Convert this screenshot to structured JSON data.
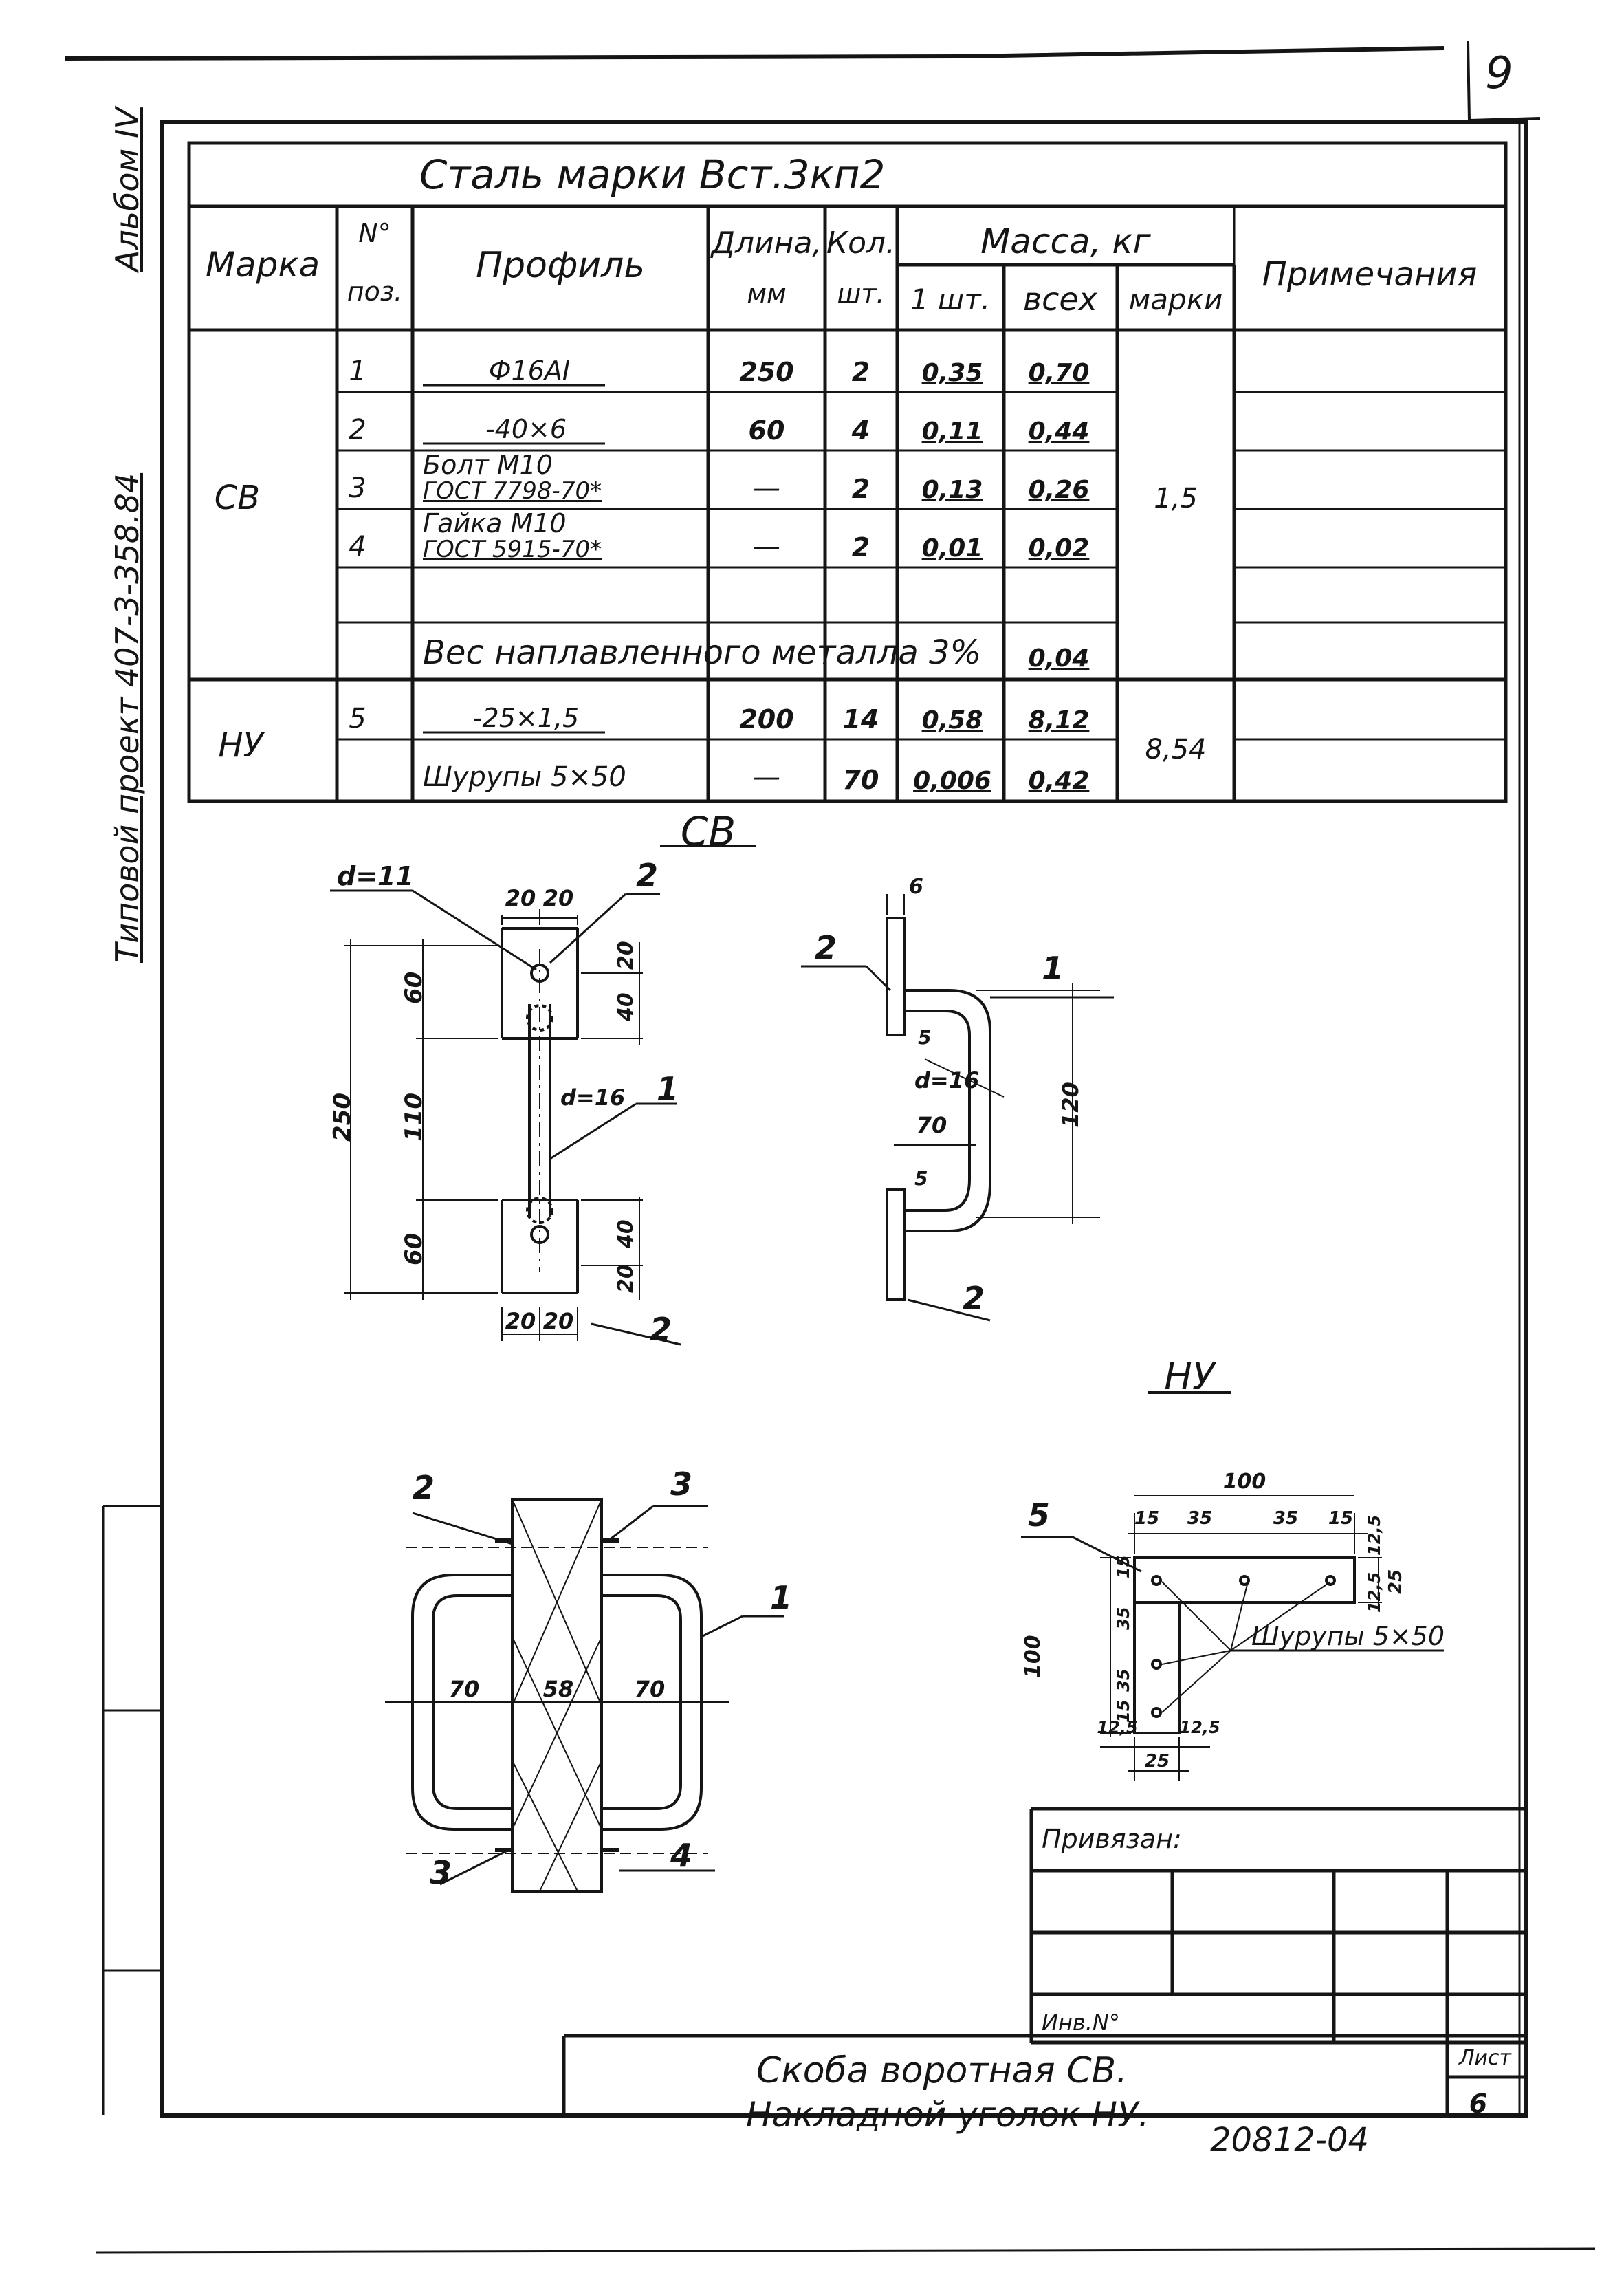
{
  "sheet_corner_number": "9",
  "side_text": {
    "album": "Альбом IV",
    "project": "Типовой проект 407-3-358.84"
  },
  "spec_table": {
    "material_title": "Сталь марки Вст.3кп2",
    "headers": {
      "mark": "Марка",
      "pos_top": "N°",
      "pos_bottom": "поз.",
      "profile": "Профиль",
      "length_top": "Длина,",
      "length_bottom": "мм",
      "qty_top": "Кол.",
      "qty_bottom": "шт.",
      "mass": "Масса, кг",
      "mass_one": "1 шт.",
      "mass_all": "всех",
      "mass_mark": "марки",
      "notes": "Примечания"
    },
    "marks": [
      {
        "mark": "СВ",
        "mark_mass": "1,5"
      },
      {
        "mark": "НУ",
        "mark_mass": "8,54"
      }
    ],
    "rows": [
      {
        "pos": "1",
        "profile_1": "Ф16АI",
        "profile_2": "",
        "length": "250",
        "qty": "2",
        "one": "0,35",
        "all": "0,70"
      },
      {
        "pos": "2",
        "profile_1": "-40×6",
        "profile_2": "",
        "length": "60",
        "qty": "4",
        "one": "0,11",
        "all": "0,44"
      },
      {
        "pos": "3",
        "profile_1": "Болт М10",
        "profile_2": "ГОСТ 7798-70*",
        "length": "—",
        "qty": "2",
        "one": "0,13",
        "all": "0,26"
      },
      {
        "pos": "4",
        "profile_1": "Гайка М10",
        "profile_2": "ГОСТ 5915-70*",
        "length": "—",
        "qty": "2",
        "one": "0,01",
        "all": "0,02"
      },
      {
        "pos": "5",
        "profile_1": "-25×1,5",
        "profile_2": "",
        "length": "200",
        "qty": "14",
        "one": "0,58",
        "all": "8,12"
      },
      {
        "pos": "",
        "profile_1": "Шурупы 5×50",
        "profile_2": "",
        "length": "—",
        "qty": "70",
        "one": "0,006",
        "all": "0,42"
      }
    ],
    "weld_row": {
      "text": "Вес наплавленного металла 3%",
      "all": "0,04"
    }
  },
  "drawings": {
    "title_sv": "СВ",
    "title_nu": "НУ",
    "sv_front": {
      "d_hole": "d=11",
      "top_a": "20",
      "top_b": "20",
      "pos2_top": "2",
      "pos2_bottom": "2",
      "pos1": "1",
      "h_total": "250",
      "h_top": "60",
      "h_mid": "110",
      "h_bot": "60",
      "r_40_top": "40",
      "r_20_top": "20",
      "r_40_bot": "40",
      "r_20_bot": "20",
      "d_rod": "d=16",
      "bot_a": "20",
      "bot_b": "20"
    },
    "sv_side": {
      "t6": "6",
      "pos2_top": "2",
      "pos1": "1",
      "d_rod": "d=16",
      "w70": "70",
      "h120": "120",
      "s5_top": "5",
      "s5_bot": "5",
      "pos2_bot": "2"
    },
    "section": {
      "pos2": "2",
      "pos3_top": "3",
      "pos1": "1",
      "w_left": "70",
      "w_mid": "58",
      "w_right": "70",
      "pos3_bot": "3",
      "pos4": "4"
    },
    "nu": {
      "pos5": "5",
      "w_total": "100",
      "d15": "15",
      "d35a": "35",
      "d35b": "35",
      "d15b": "15",
      "r12_5": "12,5",
      "r25": "25",
      "r12_5b": "12,5",
      "h_total": "100",
      "v15": "15",
      "v35a": "35",
      "v35b": "35",
      "v15b": "15",
      "b12_5a": "12,5",
      "b12_5b": "12,5",
      "b25": "25",
      "screws": "Шурупы 5×50"
    }
  },
  "title_block": {
    "privyazan": "Привязан:",
    "inv": "Инв.N°",
    "title_line1": "Скоба воротная СВ.",
    "title_line2": "Накладной уголок НУ.",
    "sheet_label": "Лист",
    "sheet_number": "6",
    "code": "20812-04"
  }
}
